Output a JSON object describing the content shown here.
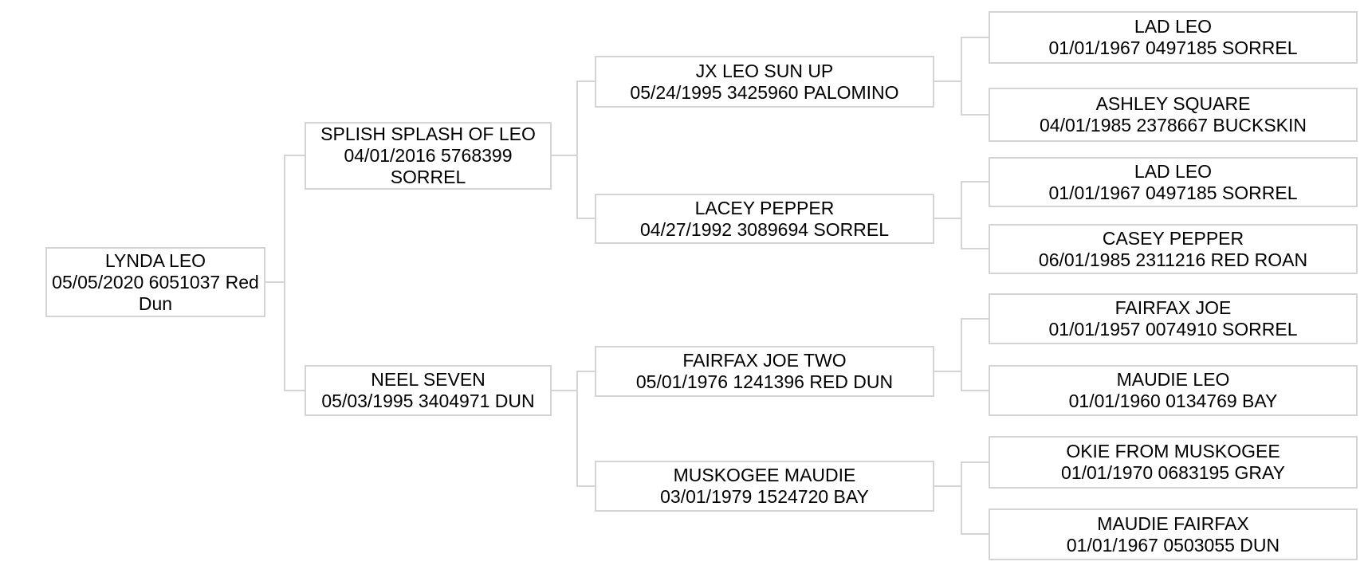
{
  "diagram": {
    "type": "pedigree-tree",
    "generations": 4,
    "line_color": "#d4d4d4",
    "box_border_color": "#d4d4d4",
    "text_color": "#000000",
    "background_color": "#ffffff",
    "nodes": {
      "subject": {
        "name": "LYNDA LEO",
        "details": "05/05/2020 6051037 Red Dun"
      },
      "sire": {
        "name": "SPLISH SPLASH OF LEO",
        "details": "04/01/2016 5768399 SORREL"
      },
      "dam": {
        "name": "NEEL SEVEN",
        "details": "05/03/1995 3404971 DUN"
      },
      "sire_sire": {
        "name": "JX LEO SUN UP",
        "details": "05/24/1995 3425960 PALOMINO"
      },
      "sire_dam": {
        "name": "LACEY PEPPER",
        "details": "04/27/1992 3089694 SORREL"
      },
      "dam_sire": {
        "name": "FAIRFAX JOE TWO",
        "details": "05/01/1976 1241396 RED DUN"
      },
      "dam_dam": {
        "name": "MUSKOGEE MAUDIE",
        "details": "03/01/1979 1524720 BAY"
      },
      "sire_sire_sire": {
        "name": "LAD LEO",
        "details": "01/01/1967 0497185 SORREL"
      },
      "sire_sire_dam": {
        "name": "ASHLEY SQUARE",
        "details": "04/01/1985 2378667 BUCKSKIN"
      },
      "sire_dam_sire": {
        "name": "LAD LEO",
        "details": "01/01/1967 0497185 SORREL"
      },
      "sire_dam_dam": {
        "name": "CASEY PEPPER",
        "details": "06/01/1985 2311216 RED ROAN"
      },
      "dam_sire_sire": {
        "name": "FAIRFAX JOE",
        "details": "01/01/1957 0074910 SORREL"
      },
      "dam_sire_dam": {
        "name": "MAUDIE LEO",
        "details": "01/01/1960 0134769 BAY"
      },
      "dam_dam_sire": {
        "name": "OKIE FROM MUSKOGEE",
        "details": "01/01/1970 0683195 GRAY"
      },
      "dam_dam_dam": {
        "name": "MAUDIE FAIRFAX",
        "details": "01/01/1967 0503055 DUN"
      }
    }
  }
}
